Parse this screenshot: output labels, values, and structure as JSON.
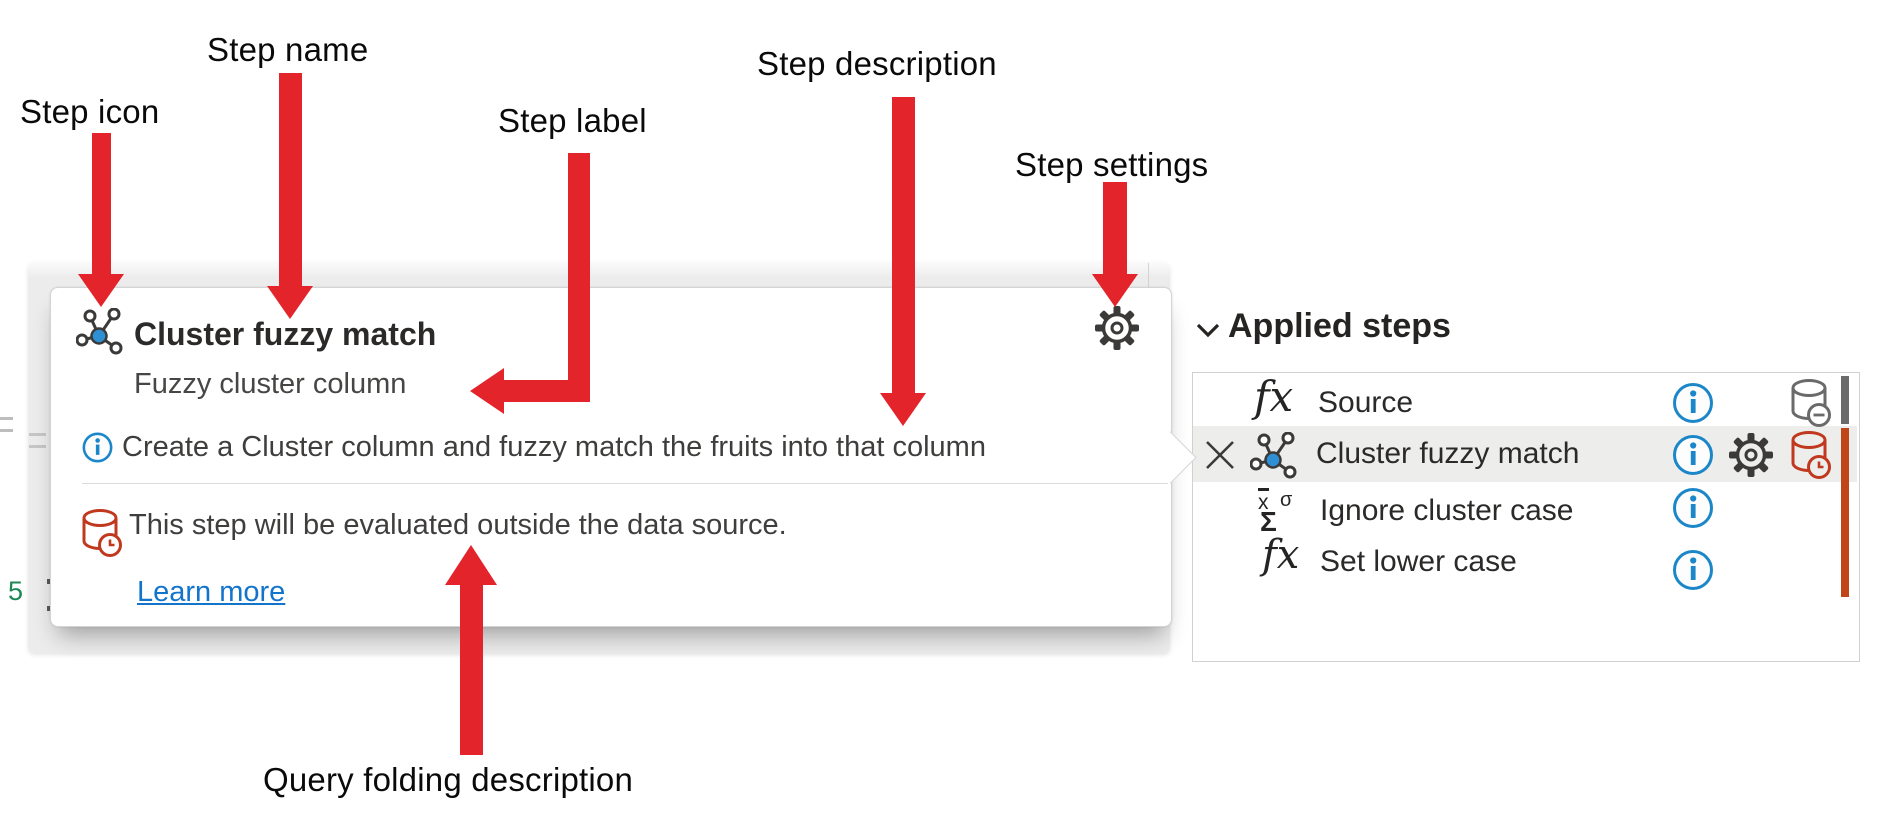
{
  "annotations": {
    "step_icon": "Step icon",
    "step_name": "Step name",
    "step_label": "Step label",
    "step_description": "Step description",
    "step_settings": "Step settings",
    "query_folding": "Query folding description"
  },
  "tooltip": {
    "step_name": "Cluster fuzzy match",
    "step_label": "Fuzzy cluster column",
    "step_description": "Create a Cluster column and fuzzy match the fruits into that column",
    "query_folding_description": "This step will be evaluated outside the data source.",
    "learn_more_label": "Learn more"
  },
  "applied_steps": {
    "title": "Applied steps",
    "steps": [
      {
        "icon": "function",
        "icon_text": "fx",
        "label": "Source"
      },
      {
        "icon": "cluster",
        "label": "Cluster fuzzy match"
      },
      {
        "icon": "statistics",
        "icon_parts": {
          "x": "x",
          "sigma": "σ",
          "big_sigma": "Σ"
        },
        "label": "Ignore cluster case"
      },
      {
        "icon": "function",
        "icon_text": "fx",
        "label": "Set lower case"
      }
    ]
  },
  "editor": {
    "line_number": "5"
  },
  "colors": {
    "arrow_red": "#e3242b",
    "info_blue": "#1b87c9",
    "folding_red": "#c0391f",
    "folding_bar_orange": "#c0461a",
    "link_blue": "#1374cc",
    "panel_gray": "#ececec"
  }
}
